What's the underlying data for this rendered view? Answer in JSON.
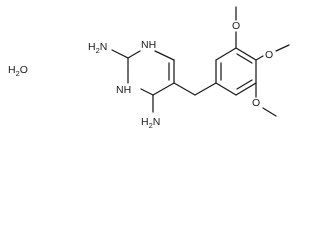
{
  "structure": {
    "water": {
      "symbol": "O",
      "hydrogen": "H",
      "count": "2"
    },
    "amine_1": {
      "hydrogen": "H",
      "count": "2",
      "symbol": "N"
    },
    "amine_2": {
      "hydrogen": "H",
      "count": "2",
      "symbol": "N"
    },
    "ring_n_1": "NH",
    "ring_n_2": "NH",
    "methoxy_o_1": "O",
    "methoxy_o_2": "O",
    "methoxy_o_3": "O"
  },
  "colors": {
    "bond": "#1a1a1a",
    "background": "#ffffff"
  }
}
